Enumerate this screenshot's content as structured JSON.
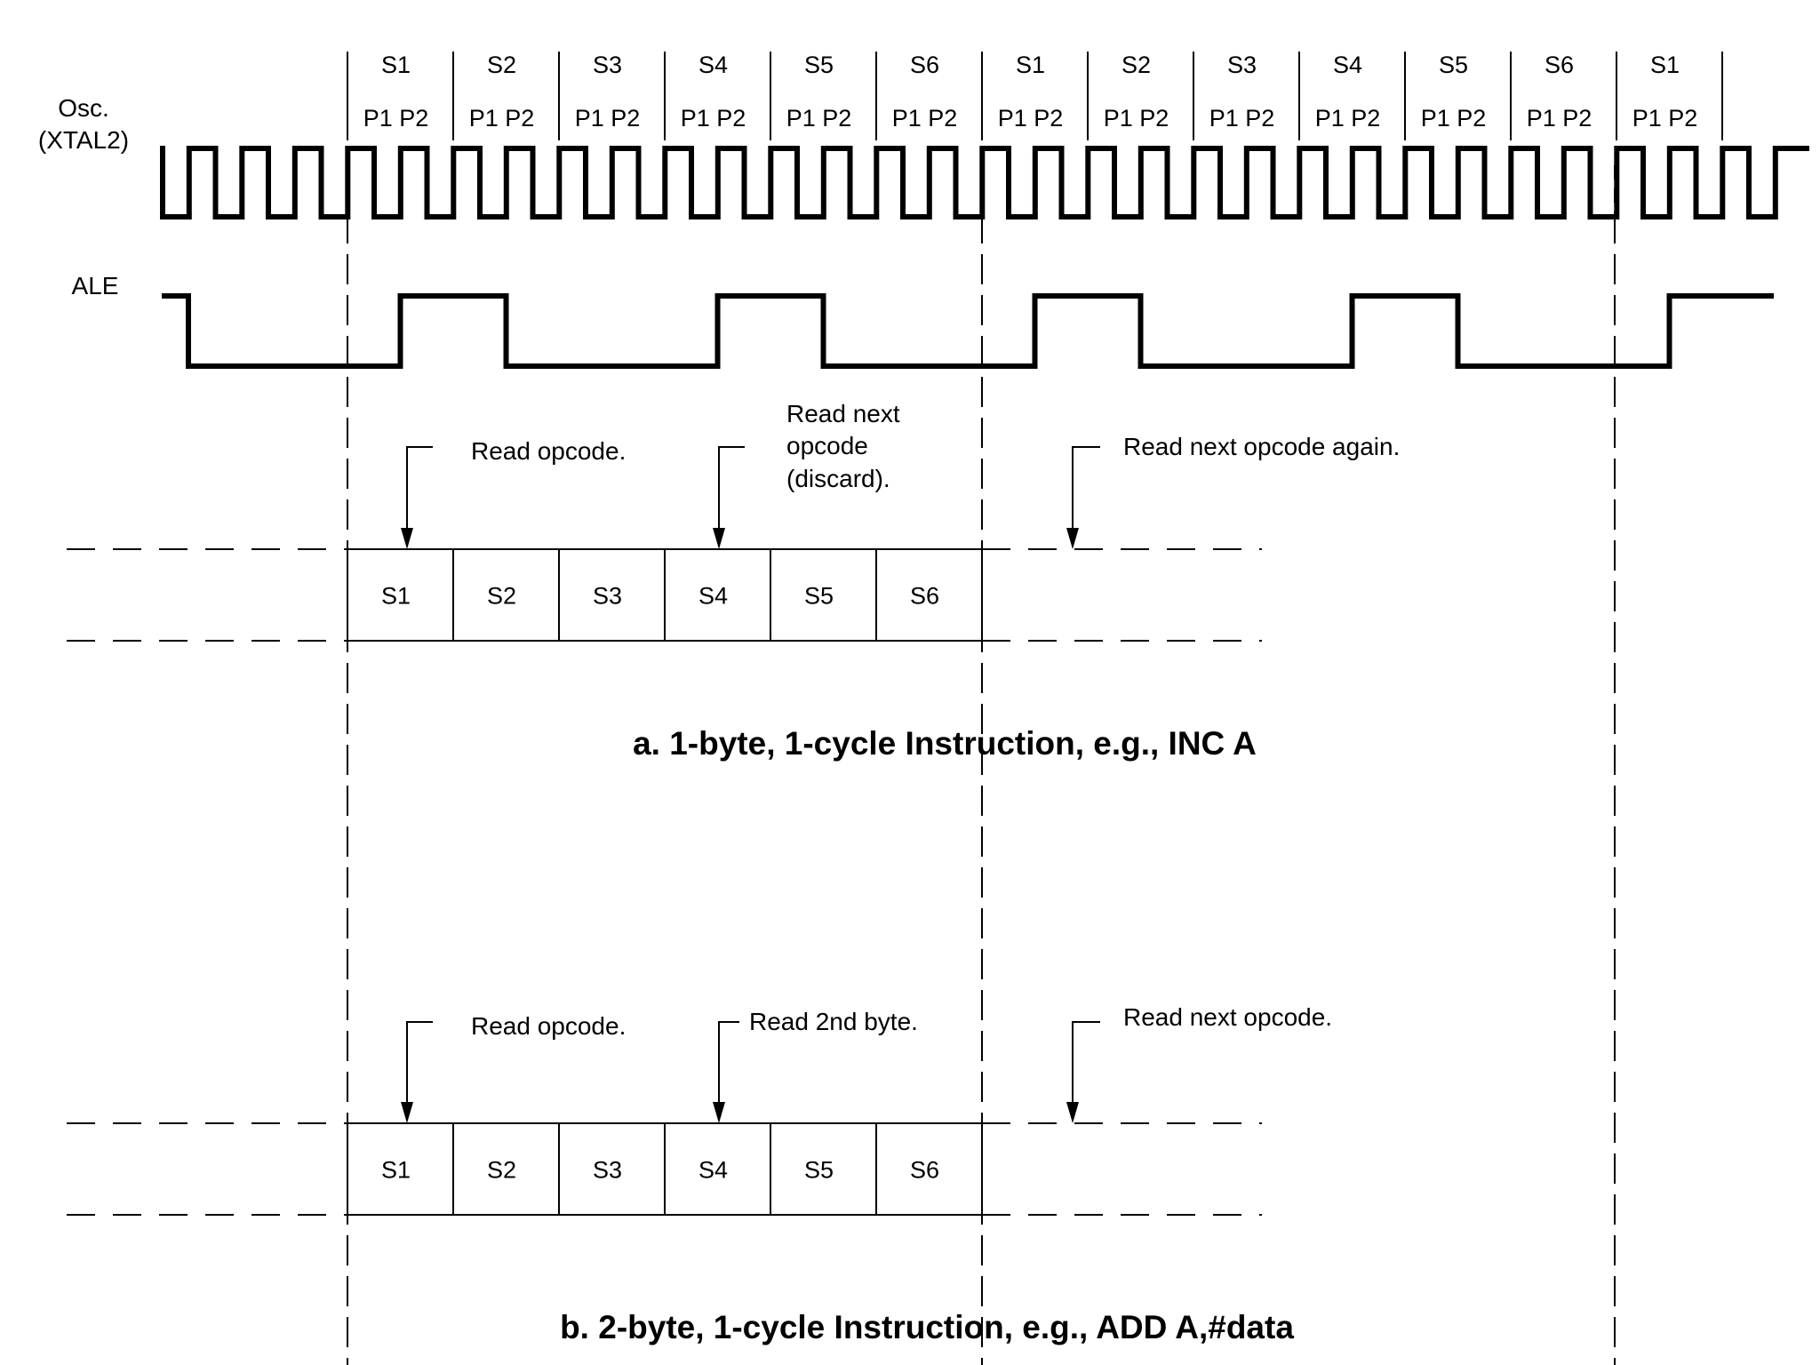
{
  "signals": {
    "osc_line1": "Osc.",
    "osc_line2": "(XTAL2)",
    "ale": "ALE"
  },
  "states": [
    "S1",
    "S2",
    "S3",
    "S4",
    "S5",
    "S6",
    "S1",
    "S2",
    "S3",
    "S4",
    "S5",
    "S6",
    "S1"
  ],
  "phase_label": "P1 P2",
  "part_a": {
    "caption": "a. 1-byte, 1-cycle Instruction, e.g., INC A",
    "annotations": [
      {
        "lines": [
          "Read opcode."
        ]
      },
      {
        "lines": [
          "Read next",
          "opcode",
          "(discard)."
        ]
      },
      {
        "lines": [
          "Read next opcode again."
        ]
      }
    ],
    "cells": [
      "S1",
      "S2",
      "S3",
      "S4",
      "S5",
      "S6"
    ]
  },
  "part_b": {
    "caption": "b. 2-byte, 1-cycle Instruction, e.g., ADD A,#data",
    "annotations": [
      {
        "lines": [
          "Read opcode."
        ]
      },
      {
        "lines": [
          "Read 2nd byte."
        ]
      },
      {
        "lines": [
          "Read next opcode."
        ]
      }
    ],
    "cells": [
      "S1",
      "S2",
      "S3",
      "S4",
      "S5",
      "S6"
    ]
  }
}
